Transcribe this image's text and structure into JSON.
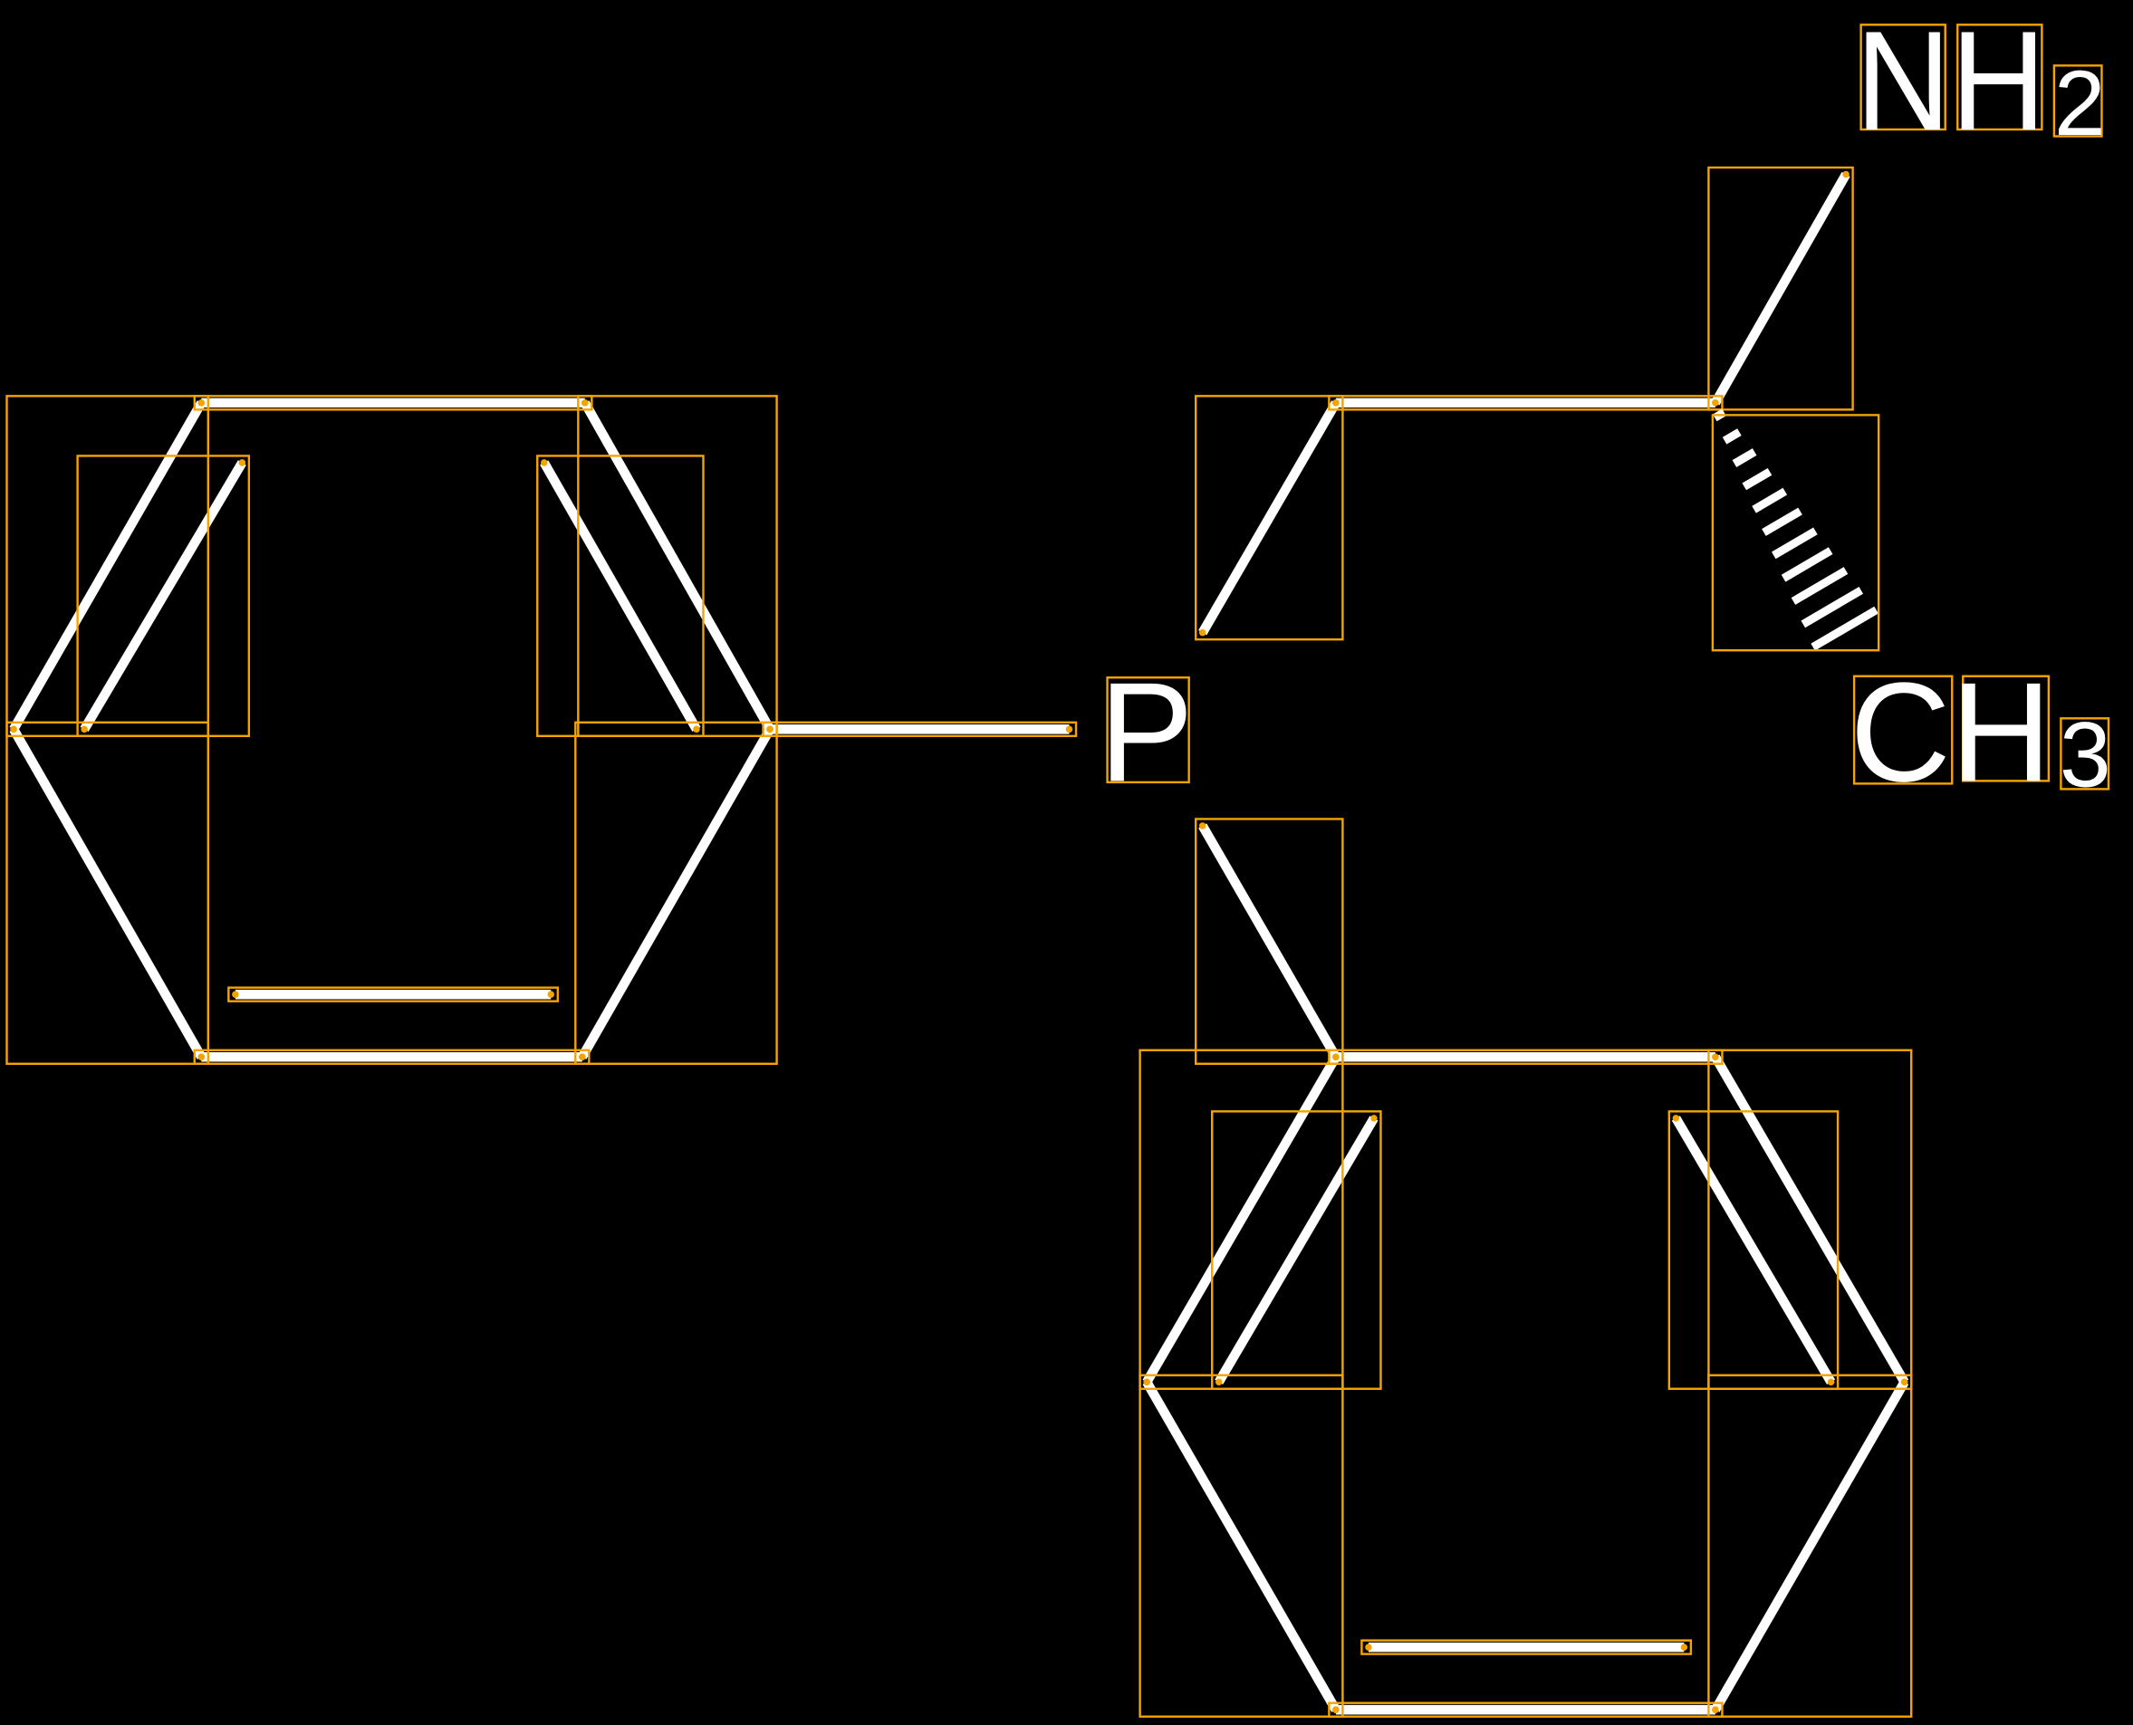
{
  "diagram": {
    "type": "chemical-structure",
    "atoms": {
      "amine": {
        "main": "NH",
        "subscript": "2"
      },
      "methyl": {
        "main": "CH",
        "subscript": "3"
      },
      "phosphorus": {
        "main": "P"
      }
    },
    "colors": {
      "background": "#000000",
      "bond": "#ffffff",
      "annotation_box": "#f5a300"
    }
  }
}
